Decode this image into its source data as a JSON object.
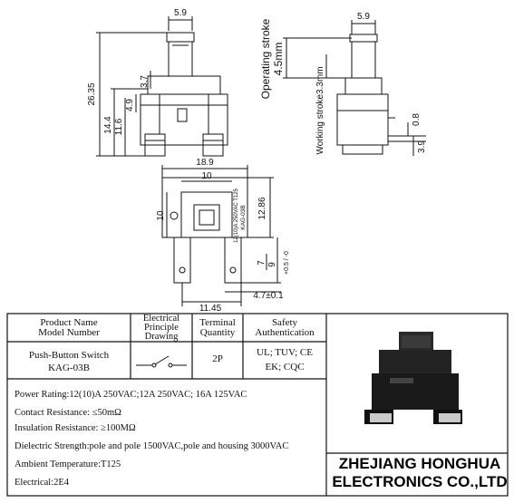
{
  "drawing": {
    "top_view": {
      "width_top": "5.9",
      "height_total": "26.35",
      "height_body": "14.4",
      "height_mid": "11.6",
      "height_small": "4.9",
      "height_cap": "3.7"
    },
    "side_view": {
      "width_top": "5.9",
      "operating_stroke_label": "Operating stroke",
      "operating_stroke_value": "4.5mm",
      "working_stroke": "Working stroke3.3mm",
      "pin_thickness": "0.8",
      "pin_height": "3.9"
    },
    "bottom_view": {
      "width": "18.9",
      "inner_width": "10",
      "inner_height": "10",
      "height": "12.86",
      "dim_7": "7",
      "dim_9": "9",
      "tol": "+0.5 / -0",
      "pin_width": "4.7±0.1",
      "pin_spacing": "11.45",
      "marking_line1": "KAG-03B",
      "marking_line2": "12(10)A 250VAC T125"
    }
  },
  "table": {
    "headers": {
      "product_name": "Product Name\nModel Number",
      "electrical": "Electrical\nPrinciple\nDrawing",
      "terminal": "Terminal\nQuantity",
      "safety": "Safety\nAuthentication"
    },
    "row": {
      "product": "Push-Button Switch\nKAG-03B",
      "terminal_qty": "2P",
      "safety_line1": "UL; TUV; CE",
      "safety_line2": "EK; CQC"
    }
  },
  "specs": [
    "Power Rating:12(10)A 250VAC;12A 250VAC; 16A 125VAC",
    "Contact Resistance: ≤50mΩ",
    "Insulation Resistance: ≥100MΩ",
    "Dielectric Strength:pole and pole 1500VAC,pole and housing 3000VAC",
    "Ambient Temperature:T125",
    "Electrical:2E4"
  ],
  "company": {
    "line1": "ZHEJIANG HONGHUA",
    "line2": "ELECTRONICS CO.,LTD"
  }
}
